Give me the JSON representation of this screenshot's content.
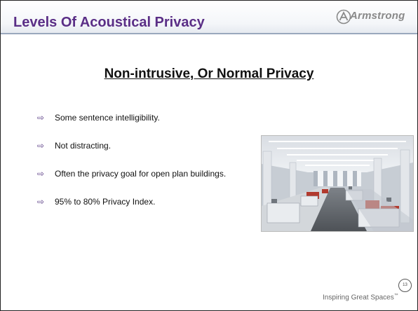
{
  "header": {
    "title": "Levels Of Acoustical Privacy",
    "logo_text": "Armstrong",
    "logo_icon": "armstrong-logo-icon"
  },
  "slide": {
    "subtitle": "Non-intrusive, Or Normal Privacy",
    "bullets": [
      "Some sentence intelligibility.",
      "Not distracting.",
      "Often the privacy goal for open plan buildings.",
      "95% to 80% Privacy Index."
    ],
    "bullet_icon": "arrow-right-icon",
    "photo": "open plan office photo",
    "page_number": "13"
  },
  "footer": {
    "tagline": "Inspiring Great Spaces",
    "tagline_mark": "™"
  },
  "colors": {
    "title": "#5a2e86",
    "header_rule": "#9aa8bd",
    "bullet_arrow": "#5a3d85"
  }
}
